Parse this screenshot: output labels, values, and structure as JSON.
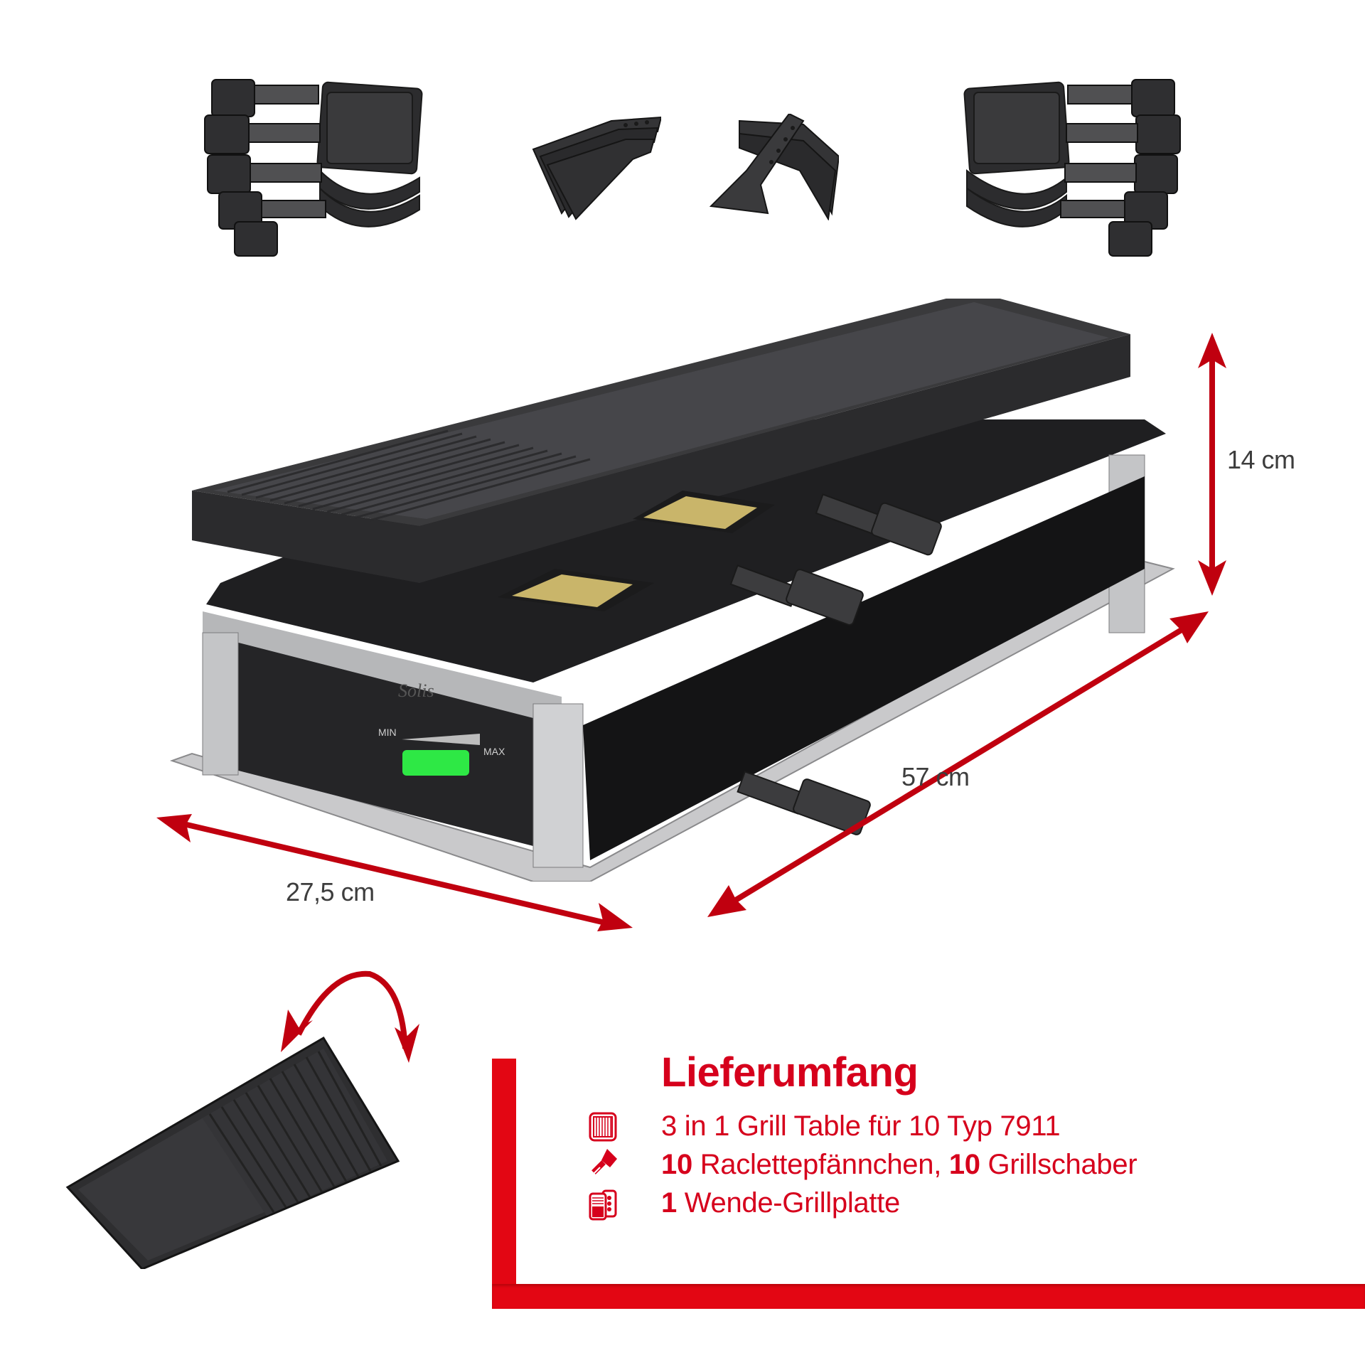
{
  "dimensions": {
    "height": "14 cm",
    "length": "57 cm",
    "depth": "27,5 cm"
  },
  "control_panel": {
    "min_label": "MIN",
    "max_label": "MAX",
    "indicator_color": "#2ee845"
  },
  "brand_mark": "Solis",
  "delivery_box": {
    "title": "Lieferumfang",
    "items": [
      {
        "icon": "grill-table-icon",
        "qty": "",
        "text": "3 in 1 Grill Table für 10 Typ 7911"
      },
      {
        "icon": "raclette-pan-icon",
        "qty": "10",
        "text": " Raclettepfännchen, ",
        "qty2": "10",
        "text2": " Grillschaber"
      },
      {
        "icon": "reversible-plate-icon",
        "qty": "1",
        "text": " Wende-Grillplatte"
      }
    ]
  },
  "colors": {
    "accent_red": "#e30613",
    "text_red": "#d6001c",
    "arrow_red": "#c0000f",
    "dimension_text": "#3d3d3d",
    "appliance_dark": "#2b2b2d"
  }
}
